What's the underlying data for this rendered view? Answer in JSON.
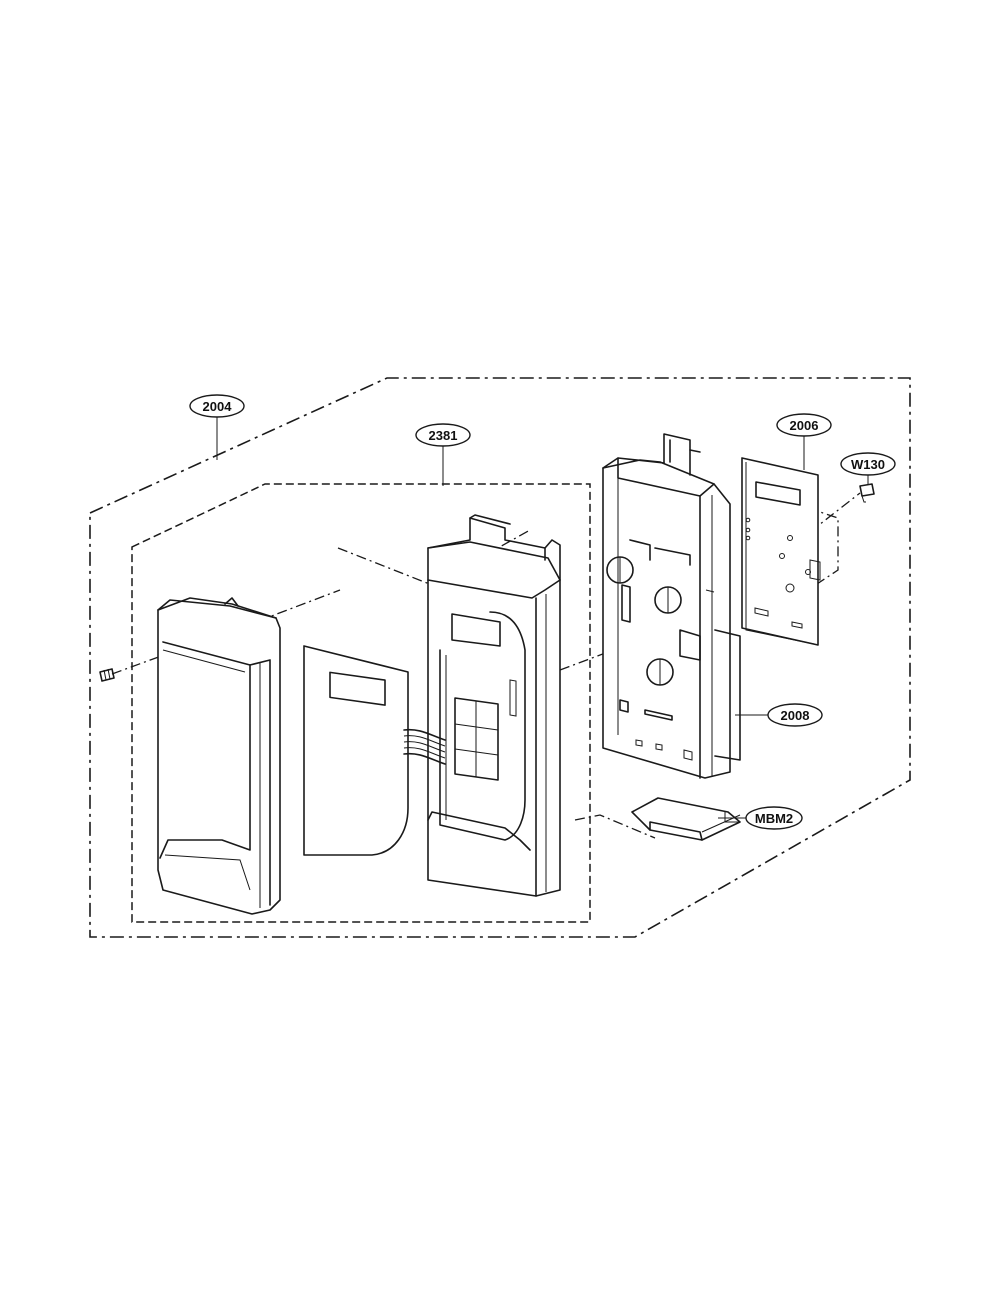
{
  "callouts": {
    "c2004": "2004",
    "c2381": "2381",
    "c2006": "2006",
    "cW130": "W130",
    "c2008": "2008",
    "cMBM2": "MBM2"
  },
  "colors": {
    "line": "#1a1a1a",
    "background": "#ffffff"
  }
}
